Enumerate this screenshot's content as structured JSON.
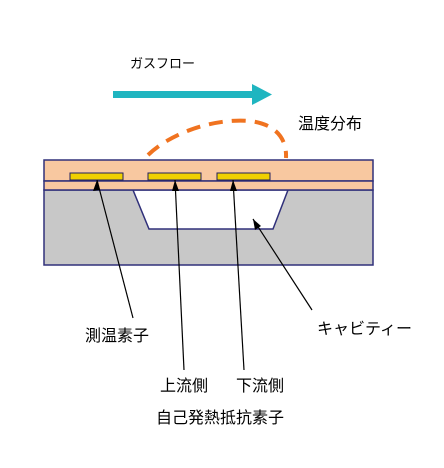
{
  "labels": {
    "gas_flow": "ガスフロー",
    "temperature_distribution": "温度分布",
    "temperature_sensor": "測温素子",
    "cavity": "キャビティー",
    "upstream": "上流側",
    "downstream": "下流側",
    "self_heating_resistor": "自己発熱抵抗素子"
  },
  "colors": {
    "flow_arrow": "#1FB5C0",
    "temp_curve": "#F07320",
    "membrane_fill": "#F8C8A0",
    "element_fill": "#F0D000",
    "element_stroke": "#202060",
    "substrate_fill": "#C8C8C8",
    "outline": "#30307A",
    "cavity_fill": "#FFFFFF"
  }
}
